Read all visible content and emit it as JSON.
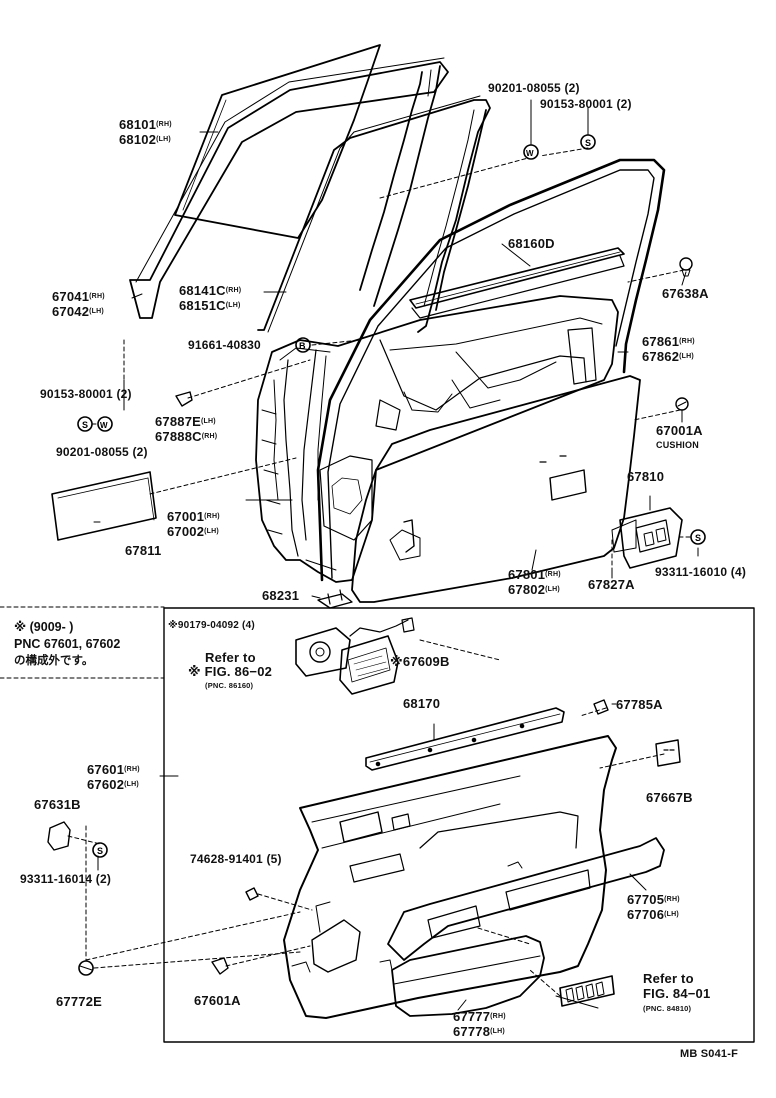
{
  "labels": {
    "p90201_top": "90201-08055 (2)",
    "p90153_top": "90153-80001 (2)",
    "p68101": "68101",
    "p68101_side": "(RH)",
    "p68102": "68102",
    "p68102_side": "(LH)",
    "p68160d": "68160D",
    "p67638a": "67638A",
    "p67041": "67041",
    "p67041_side": "(RH)",
    "p67042": "67042",
    "p67042_side": "(LH)",
    "p68141c": "68141C",
    "p68141c_side": "(RH)",
    "p68151c": "68151C",
    "p68151c_side": "(LH)",
    "p91661": "91661-40830",
    "p67861": "67861",
    "p67861_side": "(RH)",
    "p67862": "67862",
    "p67862_side": "(LH)",
    "p90153_left": "90153-80001 (2)",
    "p67887e": "67887E",
    "p67887e_side": "(LH)",
    "p67888c": "67888C",
    "p67888c_side": "(RH)",
    "p90201_left": "90201-08055 (2)",
    "p67001a": "67001A",
    "p67001a_cushion": "CUSHION",
    "p67810": "67810",
    "p67001": "67001",
    "p67001_side": "(RH)",
    "p67002": "67002",
    "p67002_side": "(LH)",
    "p67811": "67811",
    "p67801": "67801",
    "p67801_side": "(RH)",
    "p67802": "67802",
    "p67802_side": "(LH)",
    "p67827a": "67827A",
    "p93311_top": "93311-16010 (4)",
    "p68231": "68231",
    "note_jp_1": "※ (9009-        )",
    "note_jp_2": "PNC 67601, 67602",
    "note_jp_3": "の構成外です。",
    "p90179": "※90179-04092 (4)",
    "refer_1a": "Refer to",
    "refer_1b": "※ FIG. 86−02",
    "refer_1c": "(PNC. 86160)",
    "p67609b": "※67609B",
    "p68170": "68170",
    "p67785a": "67785A",
    "p67601": "67601",
    "p67601_side": "(RH)",
    "p67602": "67602",
    "p67602_side": "(LH)",
    "p67667b": "67667B",
    "p67631b": "67631B",
    "p93311_left": "93311-16014 (2)",
    "p74628": "74628-91401 (5)",
    "p67705": "67705",
    "p67705_side": "(RH)",
    "p67706": "67706",
    "p67706_side": "(LH)",
    "refer_2a": "Refer to",
    "refer_2b": "FIG. 84−01",
    "refer_2c": "(PNC. 84810)",
    "p67772e": "67772E",
    "p67601a": "67601A",
    "p67777": "67777",
    "p67777_side": "(RH)",
    "p67778": "67778",
    "p67778_side": "(LH)",
    "code": "MB S041-F"
  }
}
